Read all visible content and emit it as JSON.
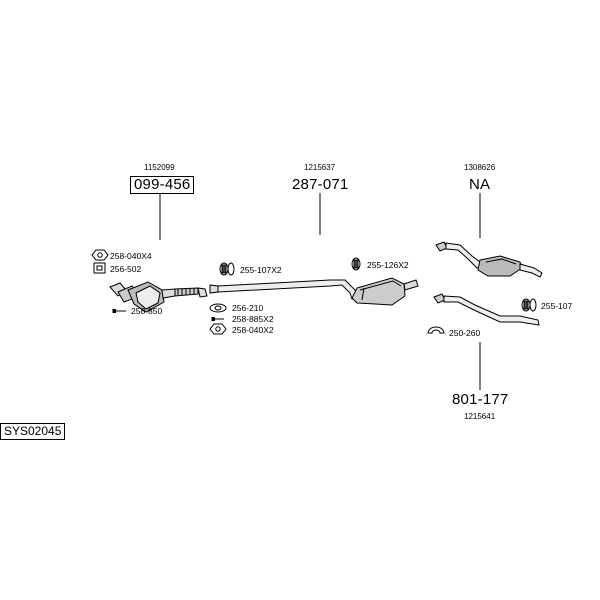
{
  "assemblies": [
    {
      "ref": "1152099",
      "part": "099-456"
    },
    {
      "ref": "1215637",
      "part": "287-071"
    },
    {
      "ref": "1308626",
      "part": "NA"
    },
    {
      "ref": "1215641",
      "part": "801-177"
    }
  ],
  "fittings": [
    {
      "code": "258-040X4",
      "icon": "nut-icon"
    },
    {
      "code": "256-502",
      "icon": "gasket-icon"
    },
    {
      "code": "258-850",
      "icon": "bolt-icon"
    },
    {
      "code": "255-107X2",
      "icon": "hanger-icon"
    },
    {
      "code": "256-210",
      "icon": "gasket-icon"
    },
    {
      "code": "258-885X2",
      "icon": "bolt-icon"
    },
    {
      "code": "258-040X2",
      "icon": "nut-icon"
    },
    {
      "code": "255-126X2",
      "icon": "hanger-icon"
    },
    {
      "code": "255-107",
      "icon": "hanger-icon"
    },
    {
      "code": "250-260",
      "icon": "clamp-icon"
    }
  ],
  "system_code": "SYS02045"
}
